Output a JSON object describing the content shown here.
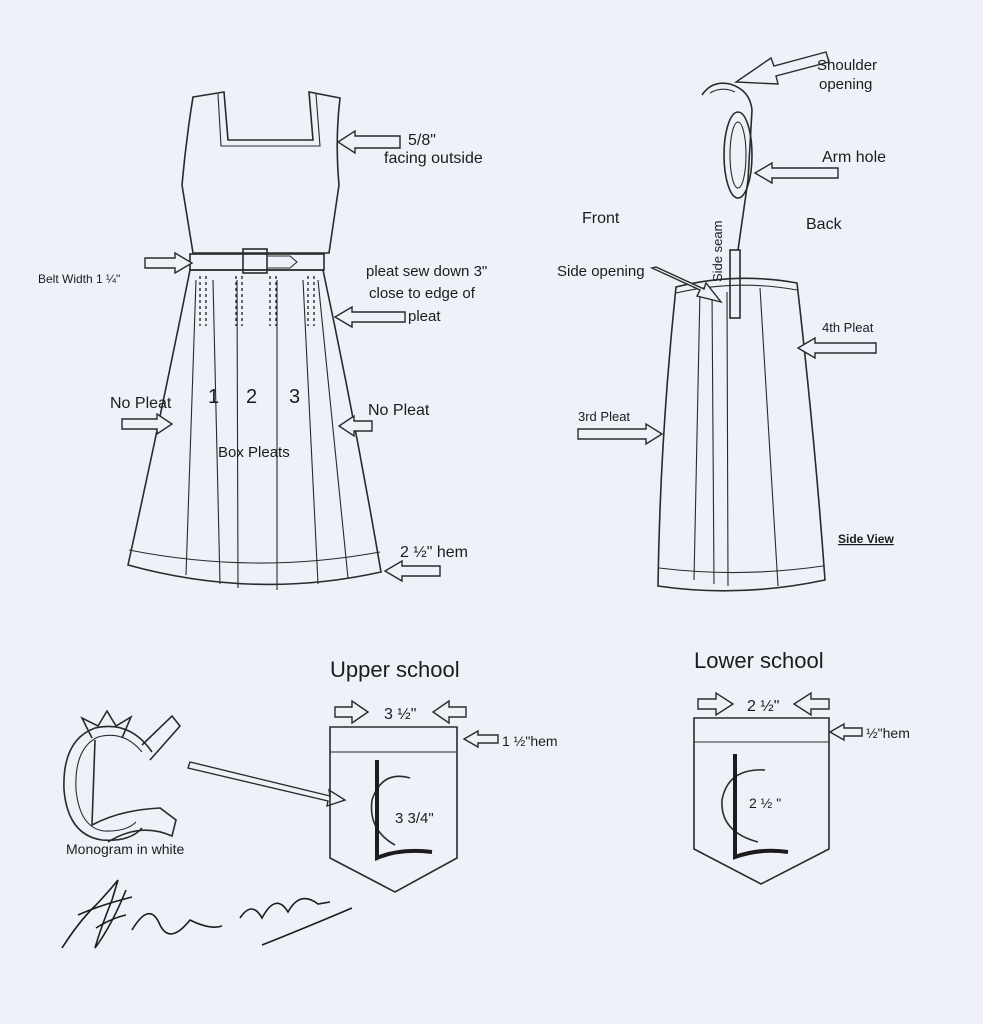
{
  "dress": {
    "facing_label_1": "5/8\"",
    "facing_label_2": "facing outside",
    "belt_label": "Belt Width 1 ¼\"",
    "pleat_sew_1": "pleat sew down 3\"",
    "pleat_sew_2": "close to edge of",
    "pleat_sew_3": "pleat",
    "no_pleat_left": "No Pleat",
    "no_pleat_right": "No Pleat",
    "pleat_numbers": [
      "1",
      "2",
      "3"
    ],
    "box_pleats": "Box Pleats",
    "hem_label": "2 ½\" hem"
  },
  "side_view": {
    "shoulder_1": "Shoulder",
    "shoulder_2": "opening",
    "arm_hole": "Arm hole",
    "front": "Front",
    "back": "Back",
    "side_seam": "Side seam",
    "side_opening": "Side opening",
    "pleat_4": "4th Pleat",
    "pleat_3": "3rd Pleat",
    "title": "Side View"
  },
  "upper_school": {
    "title": "Upper school",
    "width": "3 ½\"",
    "hem": "1 ½\"hem",
    "height": "3 3/4\""
  },
  "lower_school": {
    "title": "Lower school",
    "width": "2 ½\"",
    "hem": "½\"hem",
    "height": "2 ½ \""
  },
  "monogram": {
    "caption": "Monogram in white"
  }
}
